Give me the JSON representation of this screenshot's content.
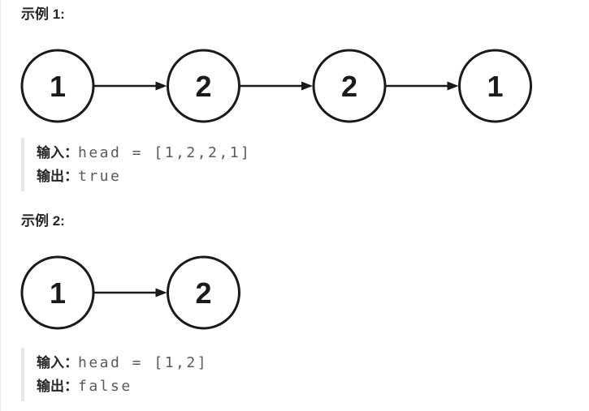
{
  "colors": {
    "stroke": "#1a1a1a",
    "heading_text": "#262626",
    "code_text": "#5a5a5a",
    "quote_bar": "#e6e6e6",
    "page_border": "#e8e8e8",
    "background": "#ffffff"
  },
  "examples": [
    {
      "heading": "示例 1:",
      "diagram": {
        "type": "linked-list",
        "nodes": [
          "1",
          "2",
          "2",
          "1"
        ]
      },
      "io": [
        {
          "label": "输入：",
          "code": "head = [1,2,2,1]"
        },
        {
          "label": "输出：",
          "code": "true"
        }
      ]
    },
    {
      "heading": "示例 2:",
      "diagram": {
        "type": "linked-list",
        "nodes": [
          "1",
          "2"
        ]
      },
      "io": [
        {
          "label": "输入：",
          "code": "head = [1,2]"
        },
        {
          "label": "输出：",
          "code": "false"
        }
      ]
    }
  ]
}
